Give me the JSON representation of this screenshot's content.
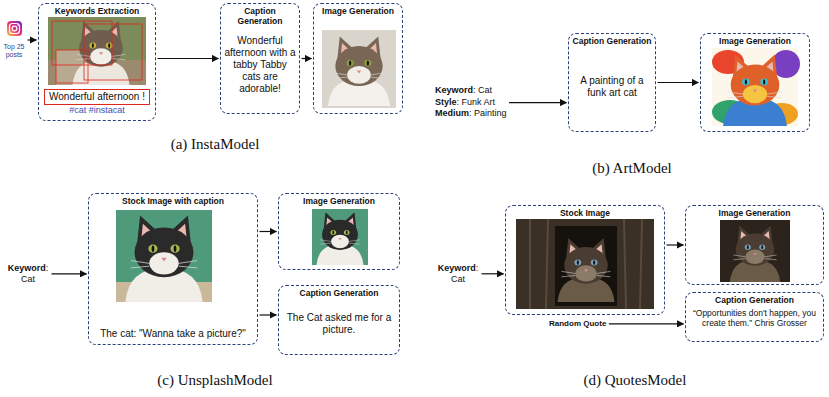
{
  "diagram": {
    "nodes": [
      {
        "text": [
          "Top 25 posts"
        ]
      },
      {
        "text": [
          "Keywords Extraction",
          "#cat #instacat"
        ]
      },
      {
        "text": [
          "Wonderful afternoon !"
        ],
        "in": 1
      },
      {
        "text": [
          "Caption Generation",
          "Wonderful afternoon with a tabby Tabby cats are adorable!"
        ]
      },
      {
        "text": [
          "Image Generation"
        ]
      },
      {
        "text": [
          "Keyword: Cat",
          "Style: Funk Art",
          "Medium: Painting"
        ]
      },
      {
        "text": [
          "Caption Generation",
          "A painting of a funk art cat"
        ]
      },
      {
        "text": [
          "Image Generation"
        ]
      },
      {
        "text": [
          "Keyword: Cat"
        ]
      },
      {
        "text": [
          "Stock Image with caption",
          "The cat: \"Wanna take a picture?\""
        ]
      },
      {
        "text": [
          "Image Generation"
        ]
      },
      {
        "text": [
          "Caption Generation",
          "The Cat asked me for a picture."
        ]
      },
      {
        "text": [
          "Keyword: Cat"
        ]
      },
      {
        "text": [
          "Stock Image"
        ]
      },
      {
        "text": [
          "Image Generation"
        ]
      },
      {
        "text": [
          "Random Quote"
        ]
      },
      {
        "text": [
          "Caption Generation",
          "“Opportunities don't happen, you create them.” Chris Grosser"
        ]
      }
    ],
    "edges": [
      {
        "from": 0,
        "to": 1,
        "arrow": "to"
      },
      {
        "from": 1,
        "to": 3,
        "arrow": "to"
      },
      {
        "from": 3,
        "to": 4,
        "arrow": "to"
      },
      {
        "from": 5,
        "to": 6,
        "arrow": "to"
      },
      {
        "from": 6,
        "to": 7,
        "arrow": "to"
      },
      {
        "from": 8,
        "to": 9,
        "arrow": "to"
      },
      {
        "from": 9,
        "to": 10,
        "arrow": "to"
      },
      {
        "from": 9,
        "to": 11,
        "arrow": "to"
      },
      {
        "from": 12,
        "to": 13,
        "arrow": "to"
      },
      {
        "from": 13,
        "to": 14,
        "arrow": "to"
      },
      {
        "from": 15,
        "to": 16,
        "arrow": "to"
      }
    ],
    "labels": [
      "(a) InstaModel",
      "(b) ArtModel",
      "(c) UnsplashModel",
      "(d) QuotesModel"
    ]
  }
}
